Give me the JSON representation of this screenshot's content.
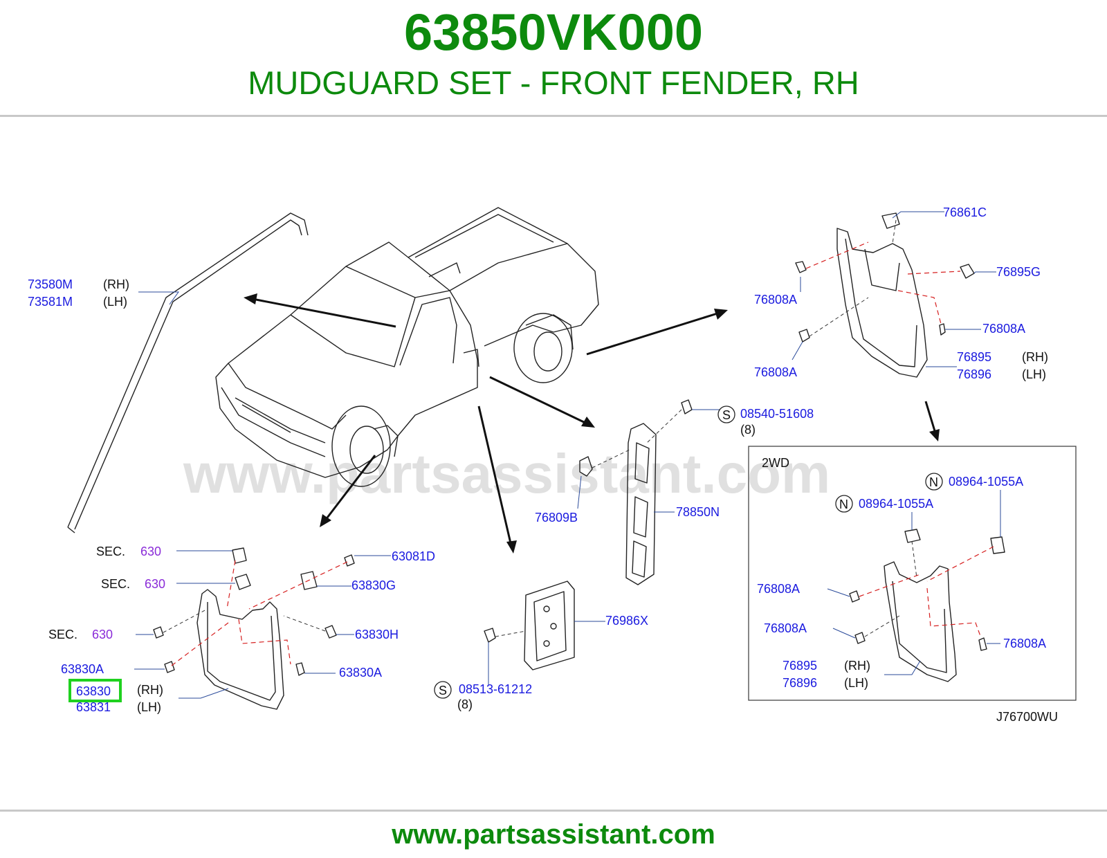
{
  "header": {
    "part_number": "63850VK000",
    "part_name": "MUDGUARD SET - FRONT FENDER, RH"
  },
  "watermark": "www.partsassistant.com",
  "footer": {
    "url": "www.partsassistant.com"
  },
  "diagram_code": "J76700WU",
  "highlight_color": "#1fd11f",
  "labels": {
    "p73580M": "73580M",
    "p73581M": "73581M",
    "p76861C": "76861C",
    "p76895G": "76895G",
    "p76808A_1": "76808A",
    "p76808A_2": "76808A",
    "p76808A_3": "76808A",
    "p76895_1": "76895",
    "p76896_1": "76896",
    "p08540": "08540-51608",
    "qty8_a": "(8)",
    "p76809B": "76809B",
    "p78850N": "78850N",
    "p63081D": "63081D",
    "p63830G": "63830G",
    "p63830H": "63830H",
    "p63830A_1": "63830A",
    "p63830A_2": "63830A",
    "p63830": "63830",
    "p63831": "63831",
    "p76986X": "76986X",
    "p08513": "08513-61212",
    "qty8_b": "(8)",
    "sec_label": "SEC.",
    "sec_num": "630",
    "box_2wd": "2WD",
    "p08964_1": "08964-1055A",
    "p08964_2": "08964-1055A",
    "p76808A_4": "76808A",
    "p76808A_5": "76808A",
    "p76808A_6": "76808A",
    "p76895_2": "76895",
    "p76896_2": "76896",
    "rh": "(RH)",
    "lh": "(LH)",
    "circle_s": "S",
    "circle_n": "N"
  }
}
